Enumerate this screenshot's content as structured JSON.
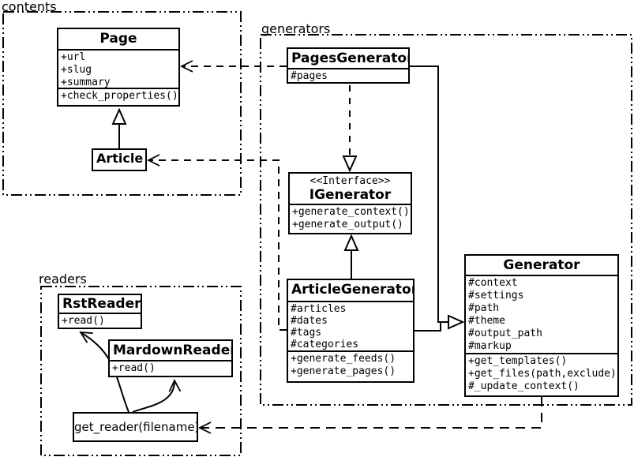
{
  "diagram": {
    "background": "#ffffff",
    "line_color": "#000000"
  },
  "packages": {
    "contents": {
      "label": "contents"
    },
    "generators": {
      "label": "generators"
    },
    "readers": {
      "label": "readers"
    }
  },
  "classes": {
    "page": {
      "name": "Page",
      "attributes": [
        "+url",
        "+slug",
        "+summary"
      ],
      "methods": [
        "+check_properties()"
      ]
    },
    "article": {
      "name": "Article"
    },
    "pages_generator": {
      "name": "PagesGenerator",
      "attributes": [
        "#pages"
      ]
    },
    "igenerator": {
      "stereotype": "<<Interface>>",
      "name": "IGenerator",
      "methods": [
        "+generate_context()",
        "+generate_output()"
      ]
    },
    "article_generator": {
      "name": "ArticleGenerator",
      "attributes": [
        "#articles",
        "#dates",
        "#tags",
        "#categories"
      ],
      "methods": [
        "+generate_feeds()",
        "+generate_pages()"
      ]
    },
    "generator": {
      "name": "Generator",
      "attributes": [
        "#context",
        "#settings",
        "#path",
        "#theme",
        "#output_path",
        "#markup"
      ],
      "methods": [
        "+get_templates()",
        "+get_files(path,exclude)",
        "#_update_context()"
      ]
    },
    "rst_reader": {
      "name": "RstReader",
      "methods": [
        "+read()"
      ]
    },
    "mardown_reader": {
      "name": "MardownReader",
      "methods": [
        "+read()"
      ]
    },
    "get_reader": {
      "name": "get_reader(filename)"
    }
  }
}
